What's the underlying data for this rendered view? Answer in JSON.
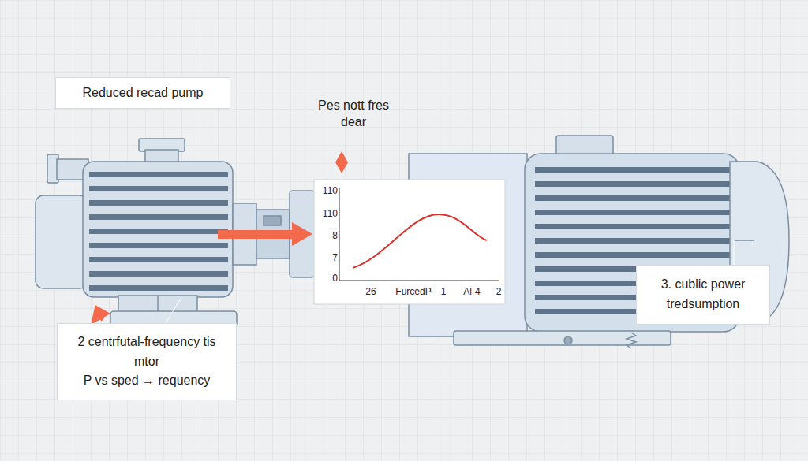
{
  "diagram": {
    "nodes": [
      {
        "text": [
          "Reduced recad pump"
        ]
      },
      {
        "text": [
          "2 centrfutal-frequency tis mtor",
          "P vs sped → requency"
        ]
      },
      {
        "text": [
          "3. cublic power tredsumption"
        ]
      }
    ],
    "labels": [
      "Pes nott fres dear",
      "110",
      "110",
      "8",
      "7",
      "0",
      "26",
      "FurcedP",
      "1",
      "Al-4",
      "2"
    ]
  }
}
